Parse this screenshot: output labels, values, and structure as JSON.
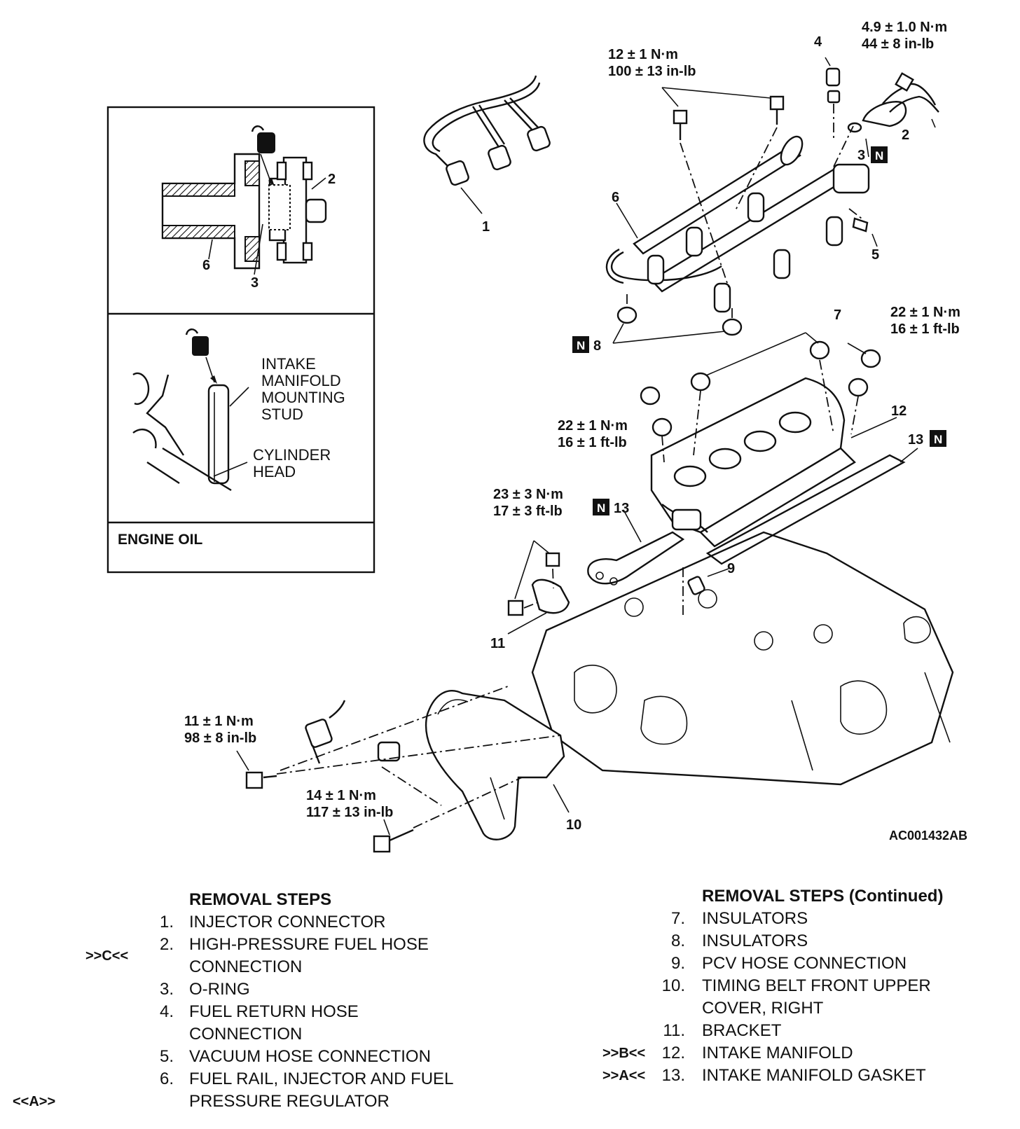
{
  "figure_code": "AC001432AB",
  "inset": {
    "top_callouts": [
      "2",
      "6",
      "3"
    ],
    "stud_label": "INTAKE\nMANIFOLD\nMOUNTING\nSTUD",
    "stud_label_lines": [
      "INTAKE",
      "MANIFOLD",
      "MOUNTING",
      "STUD"
    ],
    "head_label_lines": [
      "CYLINDER",
      "HEAD"
    ],
    "footer": "ENGINE OIL"
  },
  "callouts": {
    "c1": "1",
    "c2": "2",
    "c3": "3",
    "c4": "4",
    "c5": "5",
    "c6": "6",
    "c7": "7",
    "c8": "8",
    "c9": "9",
    "c10": "10",
    "c11": "11",
    "c12": "12",
    "c13a": "13",
    "c13b": "13"
  },
  "new_part_marker": "N",
  "torques": {
    "t_rail_bolts": [
      "12 ± 1 N·m",
      "100 ± 13 in-lb"
    ],
    "t_regulator": [
      "4.9 ± 1.0 N·m",
      "44 ± 8 in-lb"
    ],
    "t_manifold_right": [
      "22 ± 1 N·m",
      "16 ± 1 ft-lb"
    ],
    "t_manifold_left": [
      "22 ± 1 N·m",
      "16 ± 1 ft-lb"
    ],
    "t_bracket": [
      "23 ± 3 N·m",
      "17 ± 3 ft-lb"
    ],
    "t_cover_upper": [
      "11 ± 1 N·m",
      "98 ± 8 in-lb"
    ],
    "t_cover_lower": [
      "14 ± 1 N·m",
      "117 ± 13 in-lb"
    ]
  },
  "removal_steps": {
    "heading": "REMOVAL STEPS",
    "steps": [
      {
        "num": "1.",
        "lines": [
          "INJECTOR CONNECTOR"
        ],
        "mark": ""
      },
      {
        "num": "2.",
        "lines": [
          "HIGH-PRESSURE FUEL HOSE",
          "CONNECTION"
        ],
        "mark": ">>C<<"
      },
      {
        "num": "3.",
        "lines": [
          "O-RING"
        ],
        "mark": ""
      },
      {
        "num": "4.",
        "lines": [
          "FUEL RETURN HOSE",
          "CONNECTION"
        ],
        "mark": ""
      },
      {
        "num": "5.",
        "lines": [
          "VACUUM HOSE CONNECTION"
        ],
        "mark": ""
      },
      {
        "num": "6.",
        "lines": [
          "FUEL RAIL, INJECTOR AND FUEL",
          "PRESSURE REGULATOR"
        ],
        "mark": "<<A>>"
      }
    ]
  },
  "removal_steps_continued": {
    "heading": "REMOVAL STEPS (Continued)",
    "steps": [
      {
        "num": "7.",
        "lines": [
          "INSULATORS"
        ],
        "mark": ""
      },
      {
        "num": "8.",
        "lines": [
          "INSULATORS"
        ],
        "mark": ""
      },
      {
        "num": "9.",
        "lines": [
          "PCV HOSE CONNECTION"
        ],
        "mark": ""
      },
      {
        "num": "10.",
        "lines": [
          "TIMING BELT FRONT UPPER",
          "COVER, RIGHT"
        ],
        "mark": ""
      },
      {
        "num": "11.",
        "lines": [
          "BRACKET"
        ],
        "mark": ""
      },
      {
        "num": "12.",
        "lines": [
          "INTAKE MANIFOLD"
        ],
        "mark": ">>B<<"
      },
      {
        "num": "13.",
        "lines": [
          "INTAKE MANIFOLD GASKET"
        ],
        "mark": ">>A<<"
      }
    ]
  }
}
